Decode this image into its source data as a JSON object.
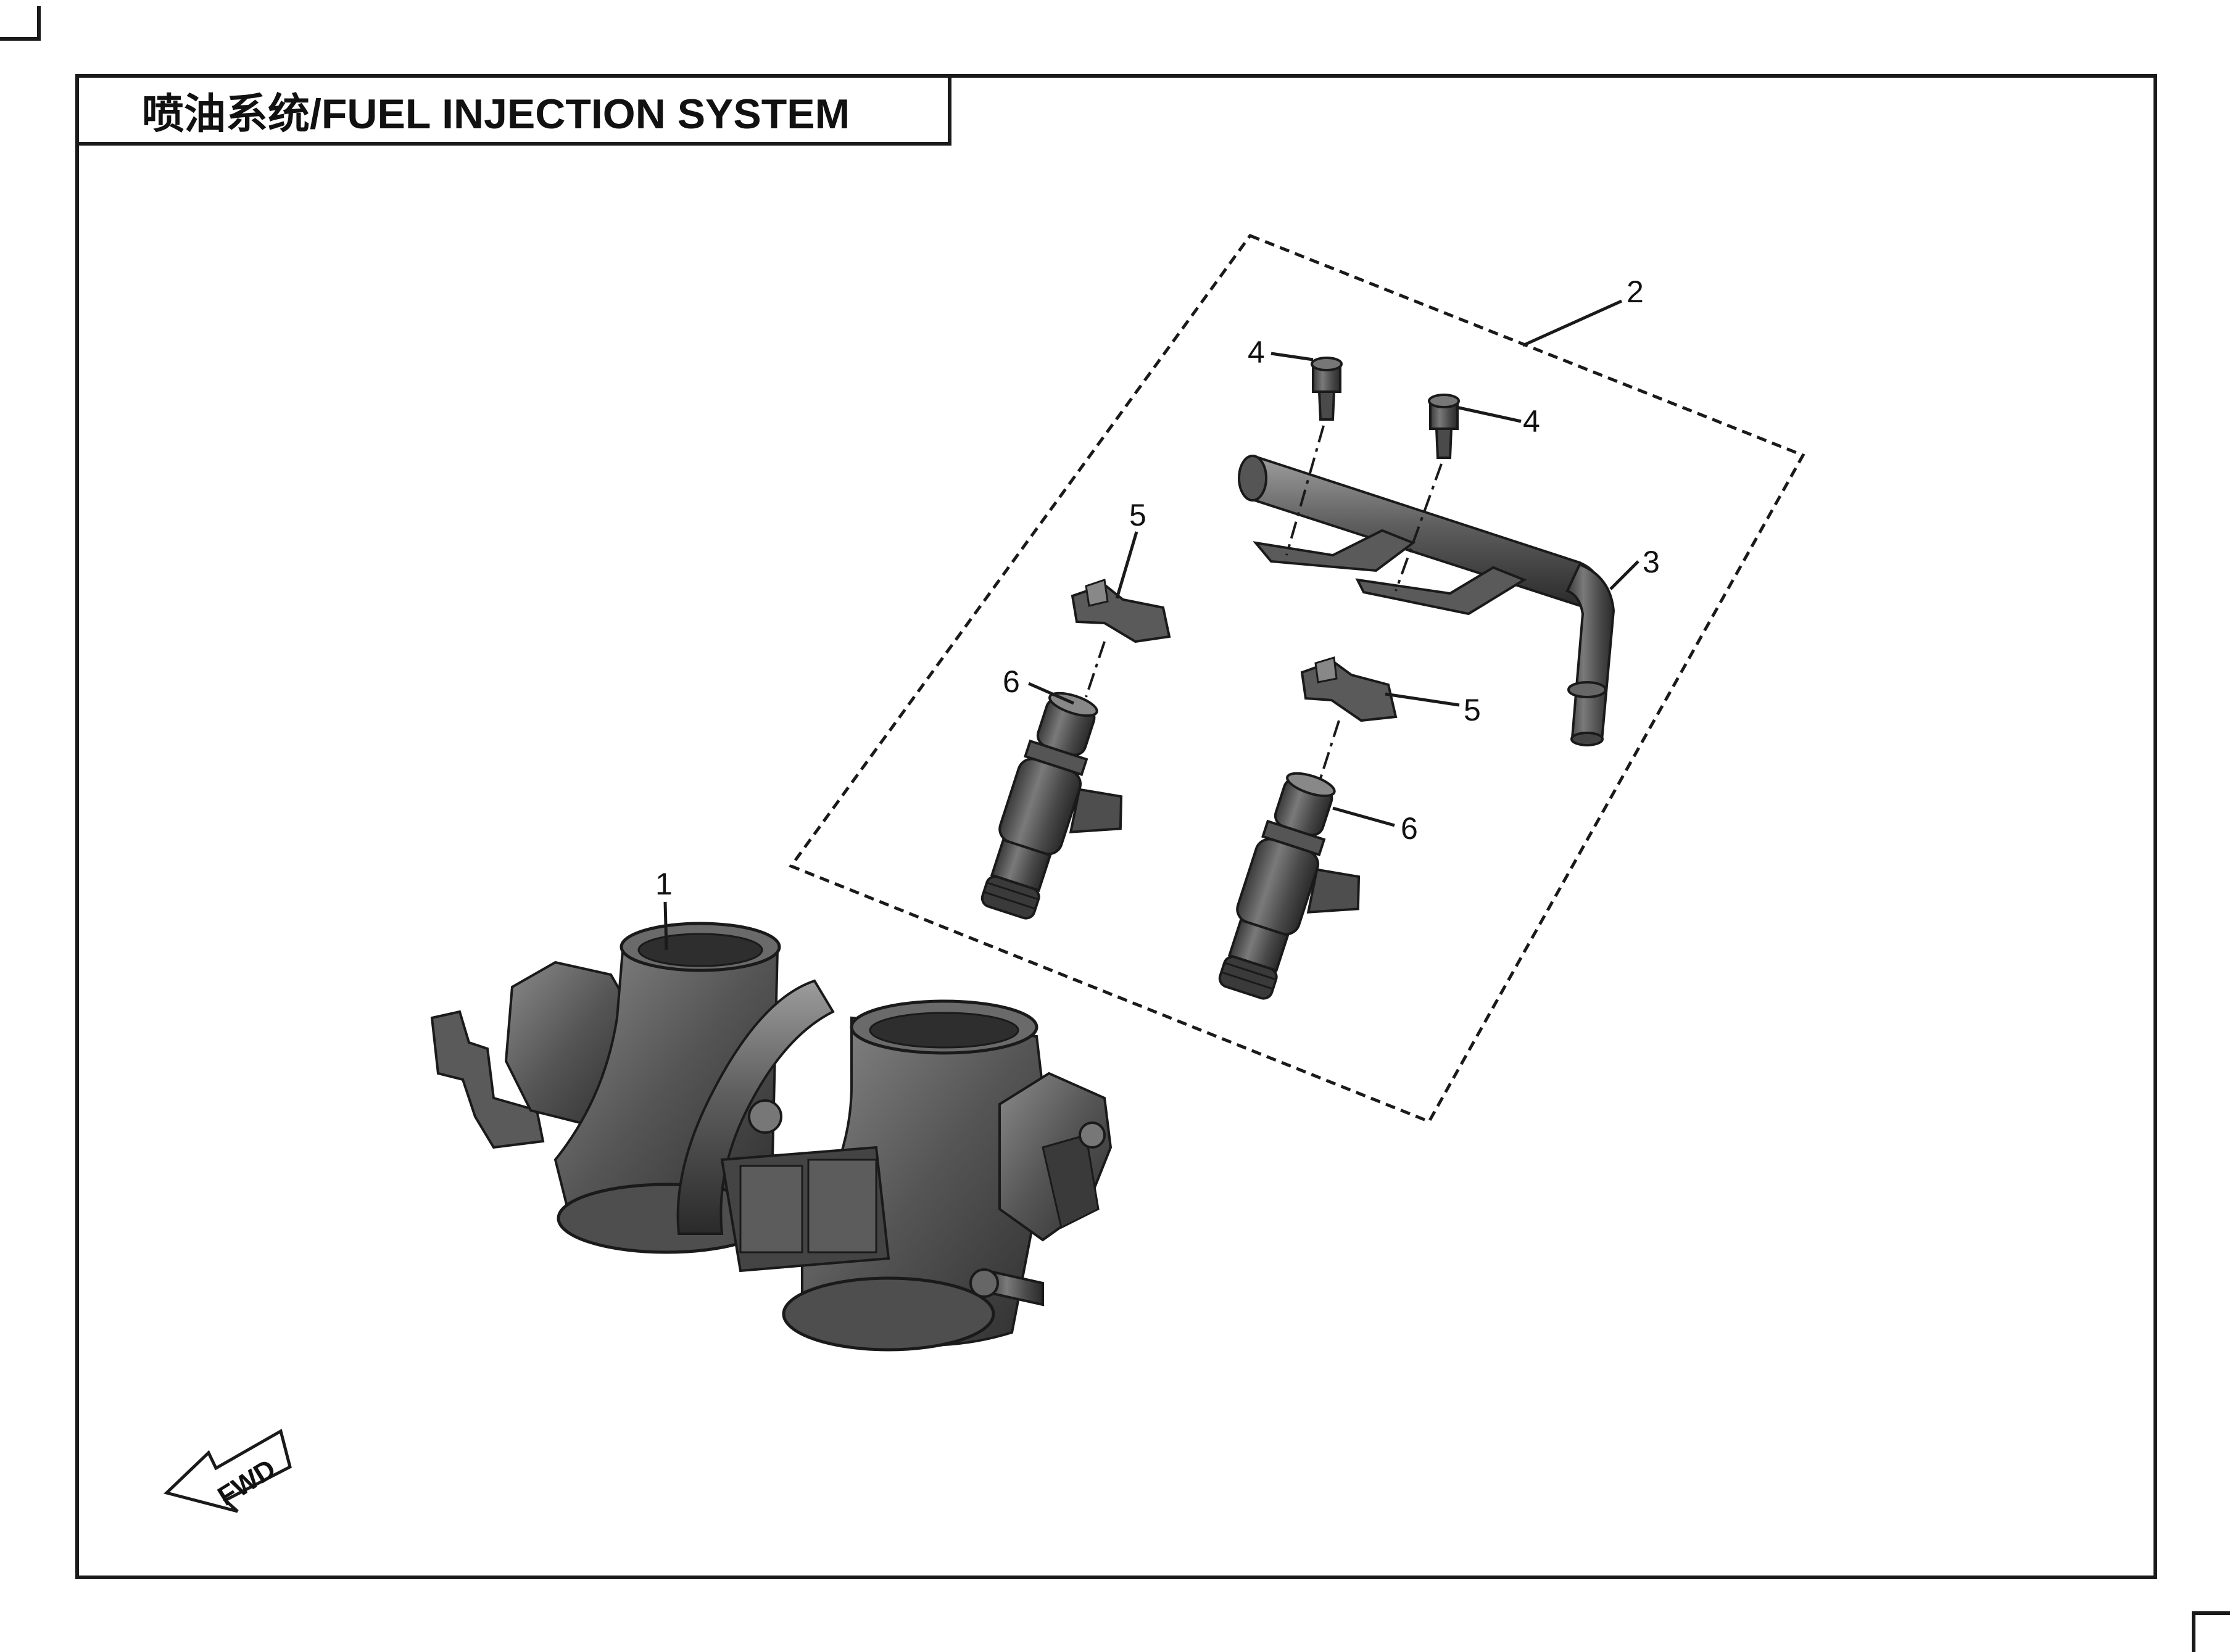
{
  "title": "喷油系统/FUEL INJECTION SYSTEM",
  "fwd_label": "FWD",
  "callouts": [
    {
      "part": "throttle-body",
      "label": "1"
    },
    {
      "part": "fuel-rail-assembly",
      "label": "2"
    },
    {
      "part": "fuel-rail-pipe",
      "label": "3"
    },
    {
      "part": "bolt-left",
      "label": "4"
    },
    {
      "part": "bolt-right",
      "label": "4"
    },
    {
      "part": "clip-left",
      "label": "5"
    },
    {
      "part": "clip-right",
      "label": "5"
    },
    {
      "part": "injector-left",
      "label": "6"
    },
    {
      "part": "injector-right",
      "label": "6"
    }
  ],
  "colors": {
    "line": "#1a1a1a",
    "part_dark": "#4a4a4a",
    "part_mid": "#6e6e6e",
    "part_light": "#9a9a9a",
    "background": "#ffffff"
  }
}
